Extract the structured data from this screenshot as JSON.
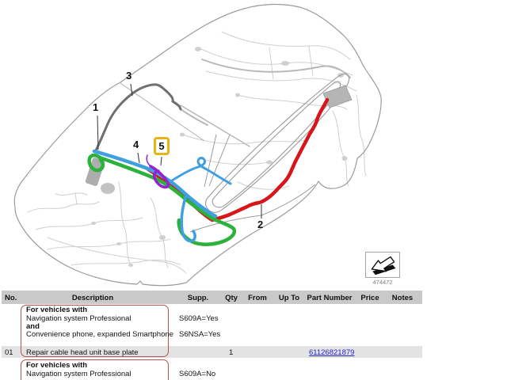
{
  "diagram": {
    "callouts": [
      {
        "id": "1"
      },
      {
        "id": "2"
      },
      {
        "id": "3"
      },
      {
        "id": "4"
      },
      {
        "id": "5",
        "highlighted": true
      }
    ],
    "image_number": "474472",
    "colors": {
      "harness_blue": "#3fa0e1",
      "harness_green": "#2bb23a",
      "harness_red": "#d9151c",
      "harness_purple": "#9422cf",
      "harness_dark": "#6f6f6f",
      "highlight_yellow": "#e7b416",
      "annotation_red": "#b5524c",
      "link_blue": "#2424cc"
    }
  },
  "table": {
    "headers": [
      "No.",
      "Description",
      "Supp.",
      "Qty",
      "From",
      "Up To",
      "Part Number",
      "Price",
      "Notes"
    ],
    "condition1": {
      "line1": "For vehicles with",
      "line2": "Navigation system Professional",
      "supp1": "S609A=Yes",
      "line3": "and",
      "line4": "Convenience phone, expanded Smartphone",
      "supp2": "S6NSA=Yes"
    },
    "part_row": {
      "no": "01",
      "description": "Repair cable head unit base plate",
      "qty": "1",
      "part_number": "61126821879"
    },
    "condition2": {
      "line1": "For vehicles with",
      "line2": "Navigation system Professional",
      "supp1": "S609A=No"
    }
  }
}
